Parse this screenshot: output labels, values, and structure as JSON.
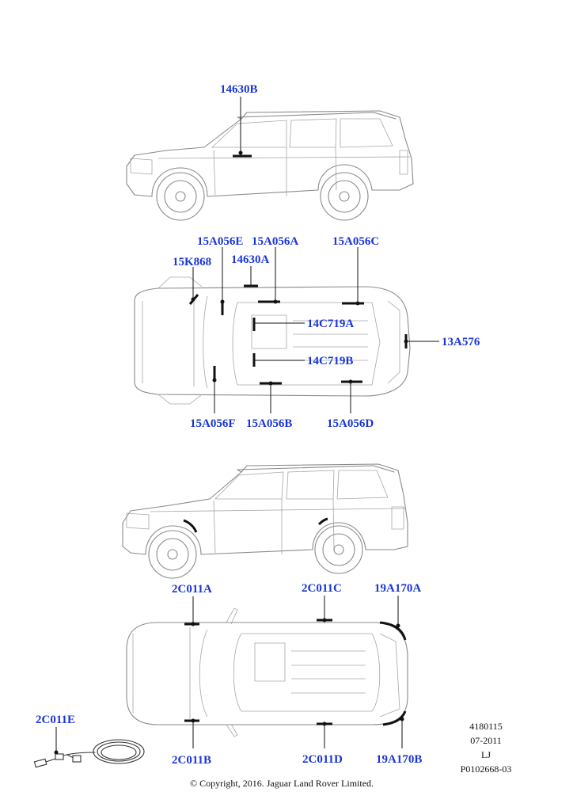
{
  "callouts": {
    "c14630B": "14630B",
    "c15A056E": "15A056E",
    "c15A056A": "15A056A",
    "c15A056C": "15A056C",
    "c15K868": "15K868",
    "c14630A": "14630A",
    "c14C719A": "14C719A",
    "c14C719B": "14C719B",
    "c13A576": "13A576",
    "c15A056F": "15A056F",
    "c15A056B": "15A056B",
    "c15A056D": "15A056D",
    "c2C011A": "2C011A",
    "c2C011C": "2C011C",
    "c19A170A": "19A170A",
    "c2C011E": "2C011E",
    "c2C011B": "2C011B",
    "c2C011D": "2C011D",
    "c19A170B": "19A170B"
  },
  "meta": {
    "line1": "4180115",
    "line2": "07-2011",
    "line3": "LJ",
    "line4": "P0102668-03"
  },
  "copyright": "© Copyright, 2016. Jaguar Land Rover Limited."
}
